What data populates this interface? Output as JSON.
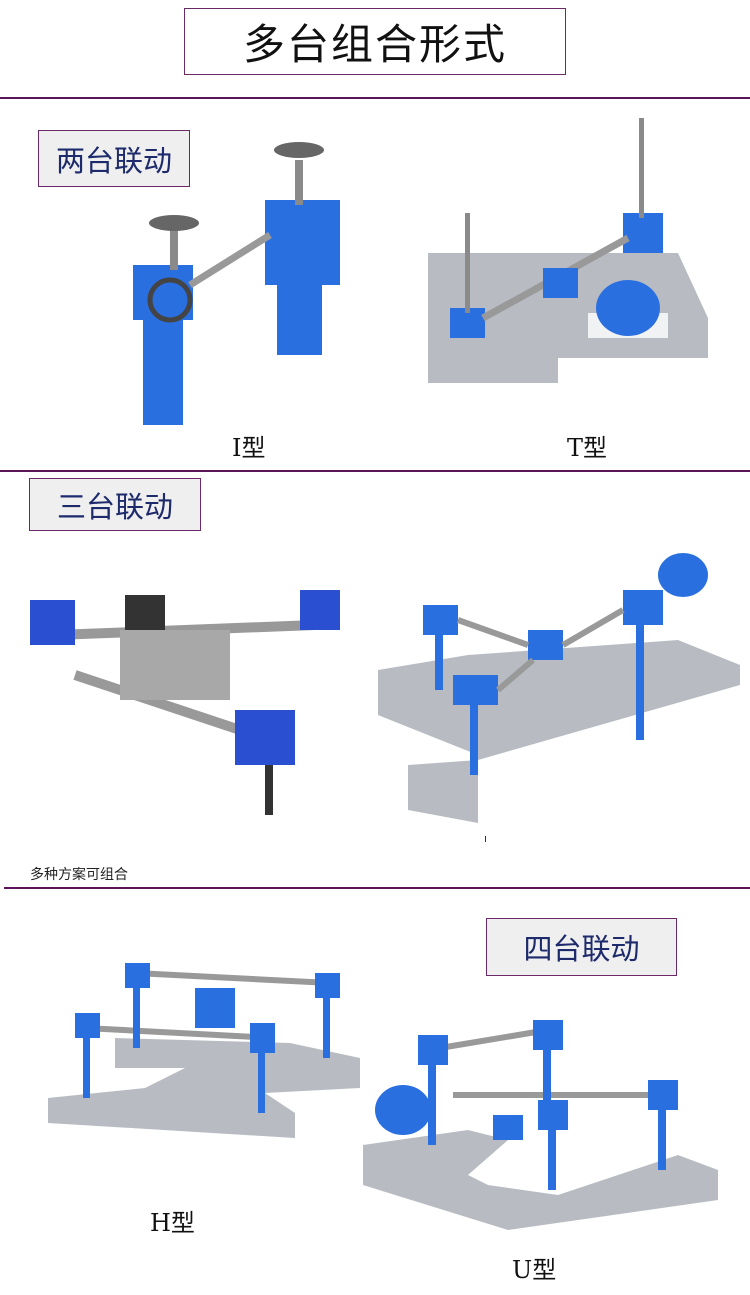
{
  "title": "多台组合形式",
  "sections": {
    "two": {
      "tag": "两台联动",
      "captions": [
        "I型",
        "T型"
      ]
    },
    "three": {
      "tag": "三台联动",
      "note": "多种方案可组合"
    },
    "four": {
      "tag": "四台联动",
      "captions": [
        "H型",
        "U型"
      ]
    }
  },
  "colors": {
    "accent": "#5a1458",
    "tag_text": "#1d2a6b",
    "jack_blue": "#2a6fe0",
    "base_gray": "#b8bcc2"
  }
}
